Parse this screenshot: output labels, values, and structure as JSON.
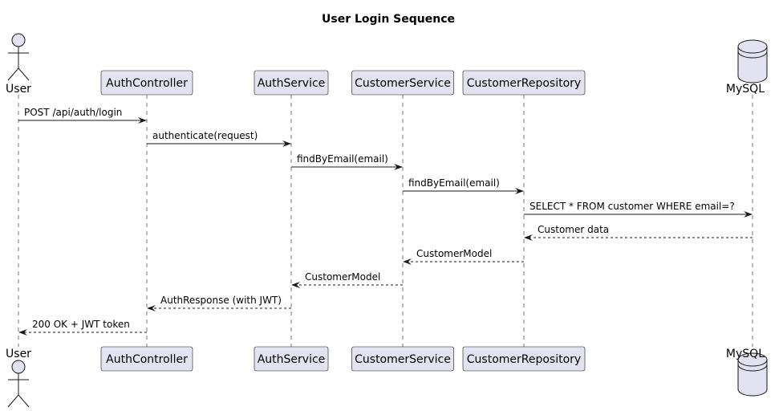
{
  "title": "User Login Sequence",
  "participants": [
    {
      "id": "user",
      "label": "User",
      "kind": "actor"
    },
    {
      "id": "authcontroller",
      "label": "AuthController",
      "kind": "participant"
    },
    {
      "id": "authservice",
      "label": "AuthService",
      "kind": "participant"
    },
    {
      "id": "customerservice",
      "label": "CustomerService",
      "kind": "participant"
    },
    {
      "id": "customerrepository",
      "label": "CustomerRepository",
      "kind": "participant"
    },
    {
      "id": "mysql",
      "label": "MySQL",
      "kind": "database"
    }
  ],
  "messages": [
    {
      "from": "user",
      "to": "authcontroller",
      "label": "POST  /api/auth/login",
      "style": "solid"
    },
    {
      "from": "authcontroller",
      "to": "authservice",
      "label": "authenticate(request)",
      "style": "solid"
    },
    {
      "from": "authservice",
      "to": "customerservice",
      "label": "findByEmail(email)",
      "style": "solid"
    },
    {
      "from": "customerservice",
      "to": "customerrepository",
      "label": "findByEmail(email)",
      "style": "solid"
    },
    {
      "from": "customerrepository",
      "to": "mysql",
      "label": "SELECT * FROM customer WHERE email=?",
      "style": "solid"
    },
    {
      "from": "mysql",
      "to": "customerrepository",
      "label": "Customer data",
      "style": "dashed"
    },
    {
      "from": "customerrepository",
      "to": "customerservice",
      "label": "CustomerModel",
      "style": "dashed"
    },
    {
      "from": "customerservice",
      "to": "authservice",
      "label": "CustomerModel",
      "style": "dashed"
    },
    {
      "from": "authservice",
      "to": "authcontroller",
      "label": "AuthResponse (with JWT)",
      "style": "dashed"
    },
    {
      "from": "authcontroller",
      "to": "user",
      "label": "200 OK + JWT token",
      "style": "dashed"
    }
  ],
  "colors": {
    "participant_fill": "#e2e2f0",
    "stroke": "#181818"
  }
}
